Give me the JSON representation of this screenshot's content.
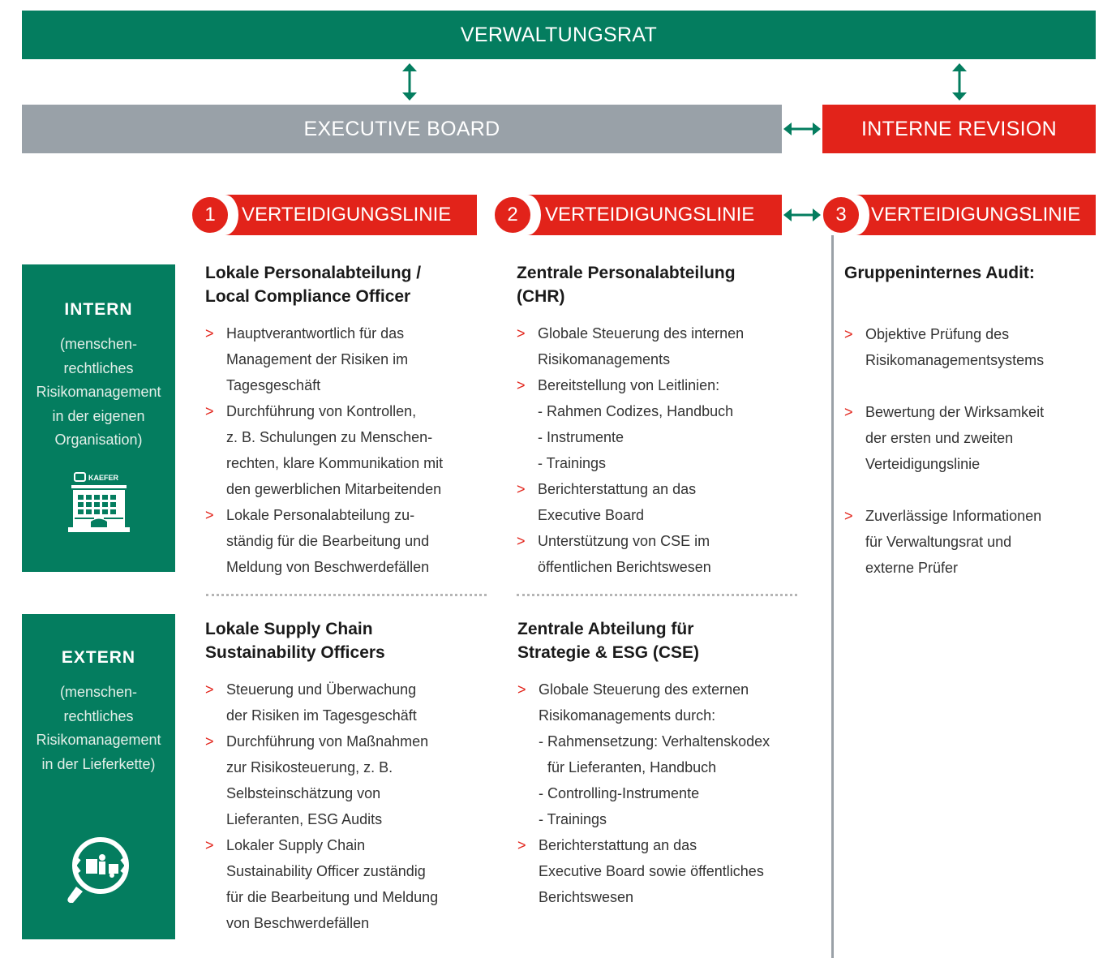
{
  "boards": {
    "verwaltungsrat": "VERWALTUNGSRAT",
    "executive_board": "EXECUTIVE BOARD",
    "interne_revision": "INTERNE REVISION"
  },
  "lines": [
    {
      "number": "1",
      "label": "VERTEIDIGUNGSLINIE"
    },
    {
      "number": "2",
      "label": "VERTEIDIGUNGSLINIE"
    },
    {
      "number": "3",
      "label": "VERTEIDIGUNGSLINIE"
    }
  ],
  "sides": {
    "intern": {
      "title": "INTERN",
      "desc": [
        "(menschen-",
        "rechtliches",
        "Risikomanagement",
        "in der eigenen",
        "Organisation)"
      ]
    },
    "extern": {
      "title": "EXTERN",
      "desc": [
        "(menschen-",
        "rechtliches",
        "Risikomanagement",
        "in der Lieferkette)"
      ]
    }
  },
  "blocks": {
    "intern_line1": {
      "title": [
        "Lokale Personalabteilung /",
        "Local Compliance Officer"
      ],
      "items": [
        [
          "b",
          "Hauptverantwortlich für das"
        ],
        [
          "c",
          "Management der Risiken im"
        ],
        [
          "c",
          "Tagesgeschäft"
        ],
        [
          "b",
          "Durchführung von Kontrollen,"
        ],
        [
          "c",
          "z. B. Schulungen zu Menschen-"
        ],
        [
          "c",
          "rechten, klare Kommunikation mit"
        ],
        [
          "c",
          "den gewerblichen Mitarbeitenden"
        ],
        [
          "b",
          "Lokale Personalabteilung zu-"
        ],
        [
          "c",
          "ständig für die Bearbeitung und"
        ],
        [
          "c",
          "Meldung von Beschwerdefällen"
        ]
      ]
    },
    "intern_line2": {
      "title": [
        "Zentrale Personalabteilung",
        "(CHR)"
      ],
      "items": [
        [
          "b",
          "Globale Steuerung des internen"
        ],
        [
          "c",
          "Risikomanagements"
        ],
        [
          "b",
          "Bereitstellung von Leitlinien:"
        ],
        [
          "c",
          "- Rahmen Codizes, Handbuch"
        ],
        [
          "c",
          "- Instrumente"
        ],
        [
          "c",
          "- Trainings"
        ],
        [
          "b",
          "Berichterstattung an das"
        ],
        [
          "c",
          "Executive Board"
        ],
        [
          "b",
          "Unterstützung von CSE im"
        ],
        [
          "c",
          "öffentlichen Berichtswesen"
        ]
      ]
    },
    "line3": {
      "title": [
        "Gruppeninternes Audit:"
      ],
      "items": [
        [
          "b",
          "Objektive Prüfung des",
          "Risikomanagementsystems"
        ],
        [
          "b",
          "Bewertung der Wirksamkeit",
          "der ersten und zweiten",
          "Verteidigungslinie"
        ],
        [
          "b",
          "Zuverlässige Informationen",
          "für Verwaltungsrat und",
          "externe Prüfer"
        ]
      ]
    },
    "extern_line1": {
      "title": [
        "Lokale Supply Chain",
        "Sustainability Officers"
      ],
      "items": [
        [
          "b",
          "Steuerung und Überwachung"
        ],
        [
          "c",
          "der Risiken im Tagesgeschäft"
        ],
        [
          "b",
          "Durchführung von Maßnahmen"
        ],
        [
          "c",
          "zur Risikosteuerung, z. B."
        ],
        [
          "c",
          "Selbsteinschätzung von"
        ],
        [
          "c",
          "Lieferanten, ESG Audits"
        ],
        [
          "b",
          "Lokaler Supply Chain"
        ],
        [
          "c",
          "Sustainability Officer zuständig"
        ],
        [
          "c",
          "für die Bearbeitung und Meldung"
        ],
        [
          "c",
          "von Beschwerdefällen"
        ]
      ]
    },
    "extern_line2": {
      "title": [
        "Zentrale Abteilung für",
        "Strategie & ESG (CSE)"
      ],
      "items": [
        [
          "b",
          "Globale Steuerung des externen"
        ],
        [
          "c",
          "Risikomanagements durch:"
        ],
        [
          "c",
          "- Rahmensetzung: Verhaltenskodex"
        ],
        [
          "c2",
          "für Lieferanten, Handbuch"
        ],
        [
          "c",
          "- Controlling-Instrumente"
        ],
        [
          "c",
          "- Trainings"
        ],
        [
          "b",
          "Berichterstattung an das"
        ],
        [
          "c",
          "Executive Board sowie öffentliches"
        ],
        [
          "c",
          "Berichtswesen"
        ]
      ]
    }
  },
  "logo_text": "KAEFER",
  "colors": {
    "green": "#047d5f",
    "grey": "#99a1a8",
    "red": "#e2231a"
  }
}
